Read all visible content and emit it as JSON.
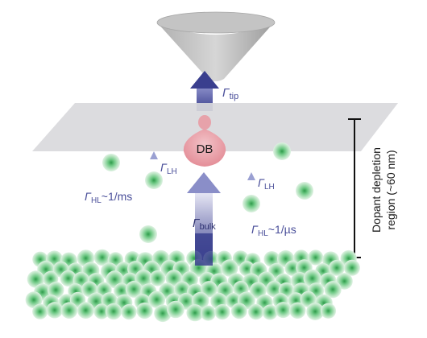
{
  "diagram": {
    "surface_label": "DB",
    "tip_rate": {
      "symbol": "Γ",
      "sub": "tip"
    },
    "bulk_rate": {
      "symbol": "Γ",
      "sub": "bulk"
    },
    "left_lh": {
      "symbol": "Γ",
      "sub": "LH"
    },
    "left_hl": {
      "symbol": "Γ",
      "sub": "HL",
      "tail": "~1/ms"
    },
    "right_lh": {
      "symbol": "Γ",
      "sub": "LH"
    },
    "right_hl": {
      "symbol": "Γ",
      "sub": "HL",
      "tail": "~1/µs"
    },
    "depletion": {
      "line1": "Dopant depletion",
      "line2": "region (~60 nm)"
    }
  },
  "colors": {
    "arrow": "#4a4f9a",
    "plane": "#d9d9dc",
    "db": "#e8a0a8",
    "dopant": "#5bbf73",
    "tip": "#9a9a9a"
  }
}
